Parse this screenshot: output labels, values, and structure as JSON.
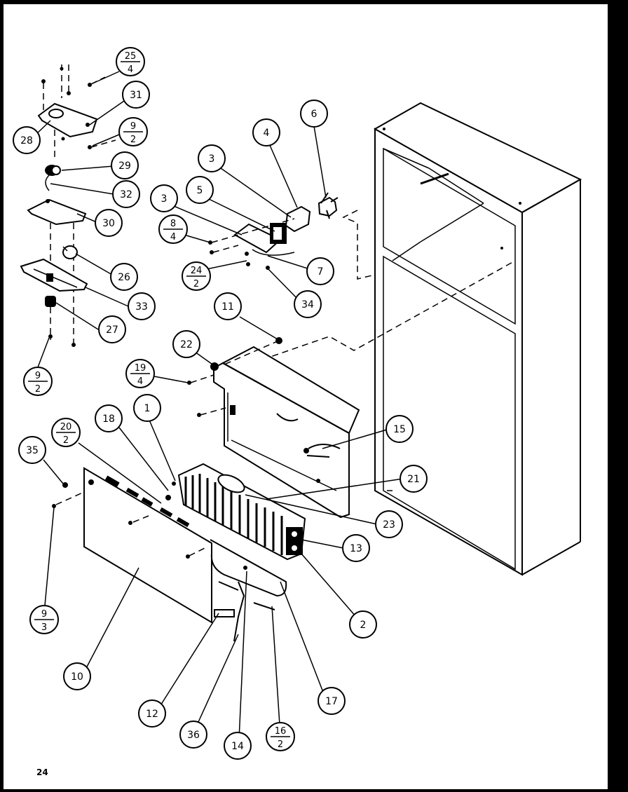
{
  "page_number": "24",
  "callouts": [
    {
      "id": "c25-4",
      "num": "25",
      "den": "4"
    },
    {
      "id": "c31",
      "label": "31"
    },
    {
      "id": "c28",
      "label": "28"
    },
    {
      "id": "c9-2a",
      "num": "9",
      "den": "2"
    },
    {
      "id": "c29",
      "label": "29"
    },
    {
      "id": "c32",
      "label": "32"
    },
    {
      "id": "c30",
      "label": "30"
    },
    {
      "id": "c26",
      "label": "26"
    },
    {
      "id": "c33",
      "label": "33"
    },
    {
      "id": "c27",
      "label": "27"
    },
    {
      "id": "c9-2b",
      "num": "9",
      "den": "2"
    },
    {
      "id": "c6",
      "label": "6"
    },
    {
      "id": "c4",
      "label": "4"
    },
    {
      "id": "c3a",
      "label": "3"
    },
    {
      "id": "c5",
      "label": "5"
    },
    {
      "id": "c3b",
      "label": "3"
    },
    {
      "id": "c8-4",
      "num": "8",
      "den": "4"
    },
    {
      "id": "c24-2",
      "num": "24",
      "den": "2"
    },
    {
      "id": "c7",
      "label": "7"
    },
    {
      "id": "c34",
      "label": "34"
    },
    {
      "id": "c11",
      "label": "11"
    },
    {
      "id": "c22",
      "label": "22"
    },
    {
      "id": "c19-4",
      "num": "19",
      "den": "4"
    },
    {
      "id": "c15",
      "label": "15"
    },
    {
      "id": "c18",
      "label": "18"
    },
    {
      "id": "c1",
      "label": "1"
    },
    {
      "id": "c20-2",
      "num": "20",
      "den": "2"
    },
    {
      "id": "c35",
      "label": "35"
    },
    {
      "id": "c21",
      "label": "21"
    },
    {
      "id": "c23",
      "label": "23"
    },
    {
      "id": "c13",
      "label": "13"
    },
    {
      "id": "c2",
      "label": "2"
    },
    {
      "id": "c9-3",
      "num": "9",
      "den": "3"
    },
    {
      "id": "c10",
      "label": "10"
    },
    {
      "id": "c12",
      "label": "12"
    },
    {
      "id": "c36",
      "label": "36"
    },
    {
      "id": "c14",
      "label": "14"
    },
    {
      "id": "c16-2",
      "num": "16",
      "den": "2"
    },
    {
      "id": "c17",
      "label": "17"
    }
  ]
}
